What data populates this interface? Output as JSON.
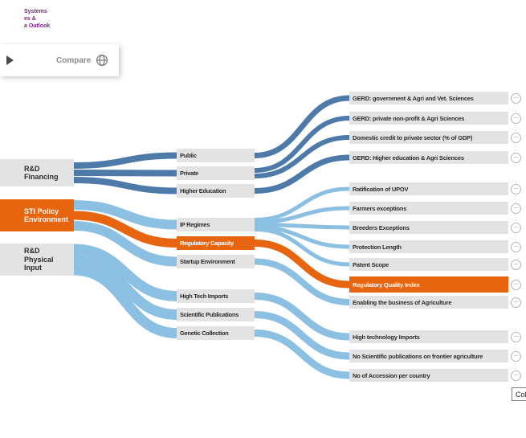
{
  "colors": {
    "dark_blue": "#4d7aa8",
    "light_blue": "#8cc0e2",
    "orange": "#e8650f",
    "node_gray": "#e3e3e3",
    "text_dark": "#2c2c2c",
    "logo_purple": "#7c2483",
    "icon_gray": "#b3b3b3"
  },
  "logo": {
    "line1": "Systems",
    "line2": "es &",
    "line3": "a Outlook"
  },
  "toolbar": {
    "compare_label": "Compare"
  },
  "icons": {
    "play": "triangle-right",
    "globe": "circle-meridian-globe",
    "minus": "–"
  },
  "left_nodes": [
    {
      "label": "R&D Financing",
      "highlighted": false
    },
    {
      "label": "STI Policy Environment",
      "highlighted": true
    },
    {
      "label": "R&D Physical Input",
      "highlighted": false
    }
  ],
  "middle_nodes": [
    {
      "label": "Public",
      "highlighted": false
    },
    {
      "label": "Private",
      "highlighted": false
    },
    {
      "label": "Higher Education",
      "highlighted": false
    },
    {
      "label": "IP Regimes",
      "highlighted": false
    },
    {
      "label": "Regulatory Capacity",
      "highlighted": true
    },
    {
      "label": "Startup Environment",
      "highlighted": false
    },
    {
      "label": "High Tech Imports",
      "highlighted": false
    },
    {
      "label": "Scientific Publications",
      "highlighted": false
    },
    {
      "label": "Genetic Collection",
      "highlighted": false
    }
  ],
  "right_nodes": [
    {
      "label": "GERD: government & Agri and Vet. Sciences",
      "highlighted": false
    },
    {
      "label": "GERD: private non-profit & Agri Sciences",
      "highlighted": false
    },
    {
      "label": "Domestic credit to private sector (% of GDP)",
      "highlighted": false
    },
    {
      "label": "GERD: Higher education & Agri Sciences",
      "highlighted": false
    },
    {
      "label": "Ratification of UPOV",
      "highlighted": false
    },
    {
      "label": "Farmers exceptions",
      "highlighted": false
    },
    {
      "label": "Breeders Exceptions",
      "highlighted": false
    },
    {
      "label": "Protection Length",
      "highlighted": false
    },
    {
      "label": "Patent Scope",
      "highlighted": false
    },
    {
      "label": "Regulatory Quality Index",
      "highlighted": true
    },
    {
      "label": "Enabling the business of Agriculture",
      "highlighted": false
    },
    {
      "label": "High technology Imports",
      "highlighted": false
    },
    {
      "label": "No Scientific publications on frontier agriculture",
      "highlighted": false
    },
    {
      "label": "No of Accession per country",
      "highlighted": false
    }
  ],
  "links": [
    {
      "source": "R&D Financing",
      "target": "Public",
      "color": "dark_blue"
    },
    {
      "source": "R&D Financing",
      "target": "Private",
      "color": "dark_blue"
    },
    {
      "source": "R&D Financing",
      "target": "Higher Education",
      "color": "dark_blue"
    },
    {
      "source": "STI Policy Environment",
      "target": "IP Regimes",
      "color": "light_blue"
    },
    {
      "source": "STI Policy Environment",
      "target": "Regulatory Capacity",
      "color": "orange"
    },
    {
      "source": "STI Policy Environment",
      "target": "Startup Environment",
      "color": "light_blue"
    },
    {
      "source": "R&D Physical Input",
      "target": "High Tech Imports",
      "color": "light_blue"
    },
    {
      "source": "R&D Physical Input",
      "target": "Scientific Publications",
      "color": "light_blue"
    },
    {
      "source": "R&D Physical Input",
      "target": "Genetic Collection",
      "color": "light_blue"
    },
    {
      "source": "Public",
      "target": "GERD: government & Agri and Vet. Sciences",
      "color": "dark_blue"
    },
    {
      "source": "Private",
      "target": "GERD: private non-profit & Agri Sciences",
      "color": "dark_blue"
    },
    {
      "source": "Private",
      "target": "Domestic credit to private sector (% of GDP)",
      "color": "dark_blue"
    },
    {
      "source": "Higher Education",
      "target": "GERD: Higher education & Agri Sciences",
      "color": "dark_blue"
    },
    {
      "source": "IP Regimes",
      "target": "Ratification of UPOV",
      "color": "light_blue"
    },
    {
      "source": "IP Regimes",
      "target": "Farmers exceptions",
      "color": "light_blue"
    },
    {
      "source": "IP Regimes",
      "target": "Breeders Exceptions",
      "color": "light_blue"
    },
    {
      "source": "IP Regimes",
      "target": "Protection Length",
      "color": "light_blue"
    },
    {
      "source": "IP Regimes",
      "target": "Patent Scope",
      "color": "light_blue"
    },
    {
      "source": "Regulatory Capacity",
      "target": "Regulatory Quality Index",
      "color": "orange"
    },
    {
      "source": "Startup Environment",
      "target": "Enabling the business of Agriculture",
      "color": "light_blue"
    },
    {
      "source": "High Tech Imports",
      "target": "High technology Imports",
      "color": "light_blue"
    },
    {
      "source": "Scientific Publications",
      "target": "No Scientific publications on frontier agriculture",
      "color": "light_blue"
    },
    {
      "source": "Genetic Collection",
      "target": "No of Accession per country",
      "color": "light_blue"
    }
  ],
  "collapse_button": {
    "label": "Col"
  }
}
